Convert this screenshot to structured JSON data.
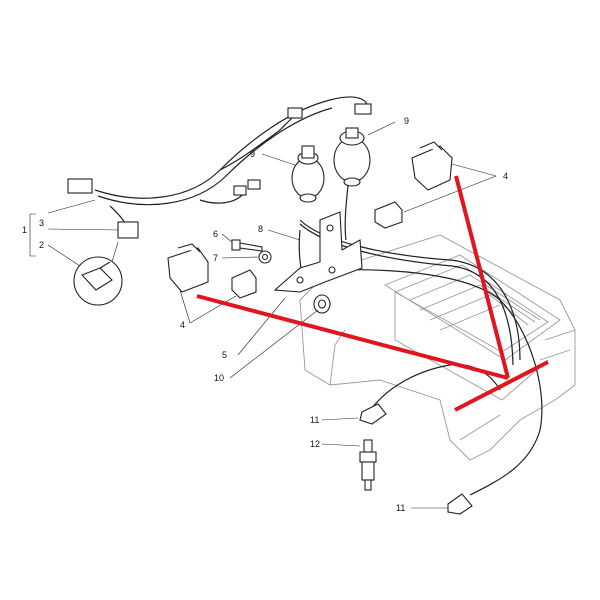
{
  "colors": {
    "annotation": "#e2141e",
    "ink": "#222222"
  },
  "callouts": {
    "c1": "1",
    "c2": "2",
    "c3": "3",
    "c4_right": "4",
    "c4_left": "4",
    "c5": "5",
    "c6": "6",
    "c7": "7",
    "c8": "8",
    "c9_left": "9",
    "c9_right": "9",
    "c10": "10",
    "c11_top": "11",
    "c11_bottom": "11",
    "c12": "12"
  }
}
